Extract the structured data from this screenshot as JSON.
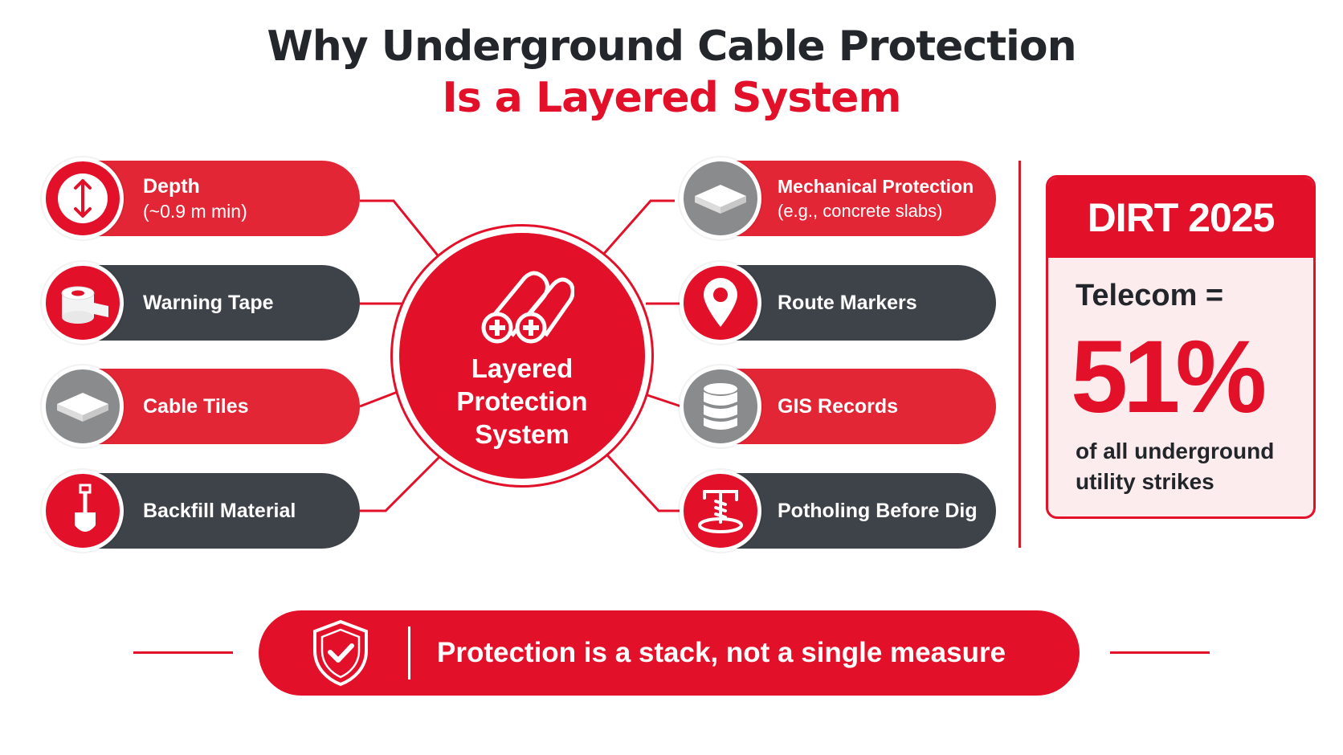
{
  "title": {
    "line1": "Why Underground Cable Protection",
    "line2": "Is a Layered System"
  },
  "hub": {
    "label": "Layered Protection System",
    "lines": [
      "Layered",
      "Protection",
      "System"
    ]
  },
  "left_items": [
    {
      "main": "Depth",
      "sub": "(~0.9 m min)",
      "icon": "double-arrow-vertical-icon",
      "style": "red"
    },
    {
      "main": "Warning Tape",
      "sub": "",
      "icon": "tape-roll-icon",
      "style": "dark"
    },
    {
      "main": "Cable Tiles",
      "sub": "",
      "icon": "tile-slab-icon",
      "style": "red"
    },
    {
      "main": "Backfill Material",
      "sub": "",
      "icon": "shovel-icon",
      "style": "dark"
    }
  ],
  "right_items": [
    {
      "main": "Mechanical Protection",
      "sub": "(e.g., concrete slabs)",
      "icon": "concrete-slab-icon",
      "style": "red"
    },
    {
      "main": "Route Markers",
      "sub": "",
      "icon": "map-pin-icon",
      "style": "dark"
    },
    {
      "main": "GIS Records",
      "sub": "",
      "icon": "database-icon",
      "style": "red"
    },
    {
      "main": "Potholing Before Dig",
      "sub": "",
      "icon": "excavation-icon",
      "style": "dark"
    }
  ],
  "stat": {
    "header": "DIRT 2025",
    "label": "Telecom =",
    "value": "51%",
    "description": "of all underground utility strikes"
  },
  "banner": {
    "text": "Protection is a stack, not a single measure",
    "icon": "shield-check-icon"
  },
  "colors": {
    "accent_red": "#e3102a",
    "dark_grey": "#3e4349",
    "icon_grey": "#8a8b8d",
    "title_dark": "#23272c"
  }
}
